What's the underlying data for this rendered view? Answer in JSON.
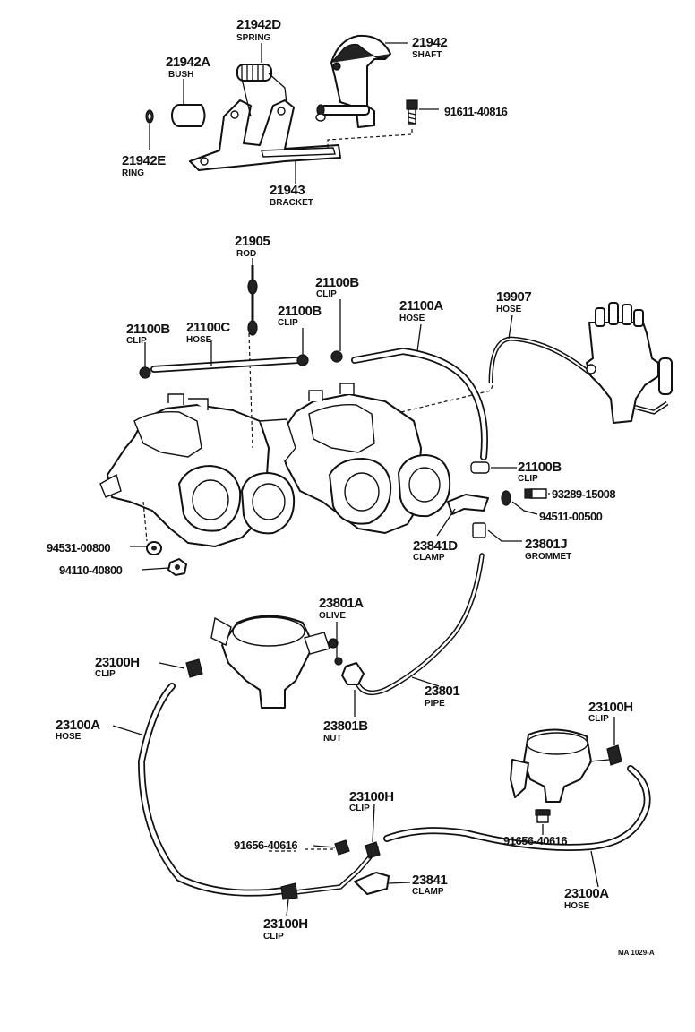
{
  "callouts": [
    {
      "num": "21942D",
      "name": "SPRING"
    },
    {
      "num": "21942",
      "name": "SHAFT"
    },
    {
      "num": "21942A",
      "name": "BUSH"
    },
    {
      "num": "91611-40816",
      "name": ""
    },
    {
      "num": "21942E",
      "name": "RING"
    },
    {
      "num": "21943",
      "name": "BRACKET"
    },
    {
      "num": "21905",
      "name": "ROD"
    },
    {
      "num": "21100B",
      "name": "CLIP"
    },
    {
      "num": "21100A",
      "name": "HOSE"
    },
    {
      "num": "19907",
      "name": "HOSE"
    },
    {
      "num": "21100C",
      "name": "HOSE"
    },
    {
      "num": "21100B",
      "name": "CLIP"
    },
    {
      "num": "21100B",
      "name": "CLIP"
    },
    {
      "num": "21100B",
      "name": "CLIP"
    },
    {
      "num": "93289-15008",
      "name": ""
    },
    {
      "num": "94511-00500",
      "name": ""
    },
    {
      "num": "23841D",
      "name": "CLAMP"
    },
    {
      "num": "23801J",
      "name": "GROMMET"
    },
    {
      "num": "94531-00800",
      "name": ""
    },
    {
      "num": "94110-40800",
      "name": ""
    },
    {
      "num": "23801A",
      "name": "OLIVE"
    },
    {
      "num": "23100H",
      "name": "CLIP"
    },
    {
      "num": "23801",
      "name": "PIPE"
    },
    {
      "num": "23801B",
      "name": "NUT"
    },
    {
      "num": "23100A",
      "name": "HOSE"
    },
    {
      "num": "23100H",
      "name": "CLIP"
    },
    {
      "num": "23100H",
      "name": "CLIP"
    },
    {
      "num": "91656-40616",
      "name": ""
    },
    {
      "num": "23841",
      "name": "CLAMP"
    },
    {
      "num": "91656-40616",
      "name": ""
    },
    {
      "num": "23100A",
      "name": "HOSE"
    },
    {
      "num": "23100H",
      "name": "CLIP"
    }
  ],
  "figure_ref": "MA 1029-A"
}
